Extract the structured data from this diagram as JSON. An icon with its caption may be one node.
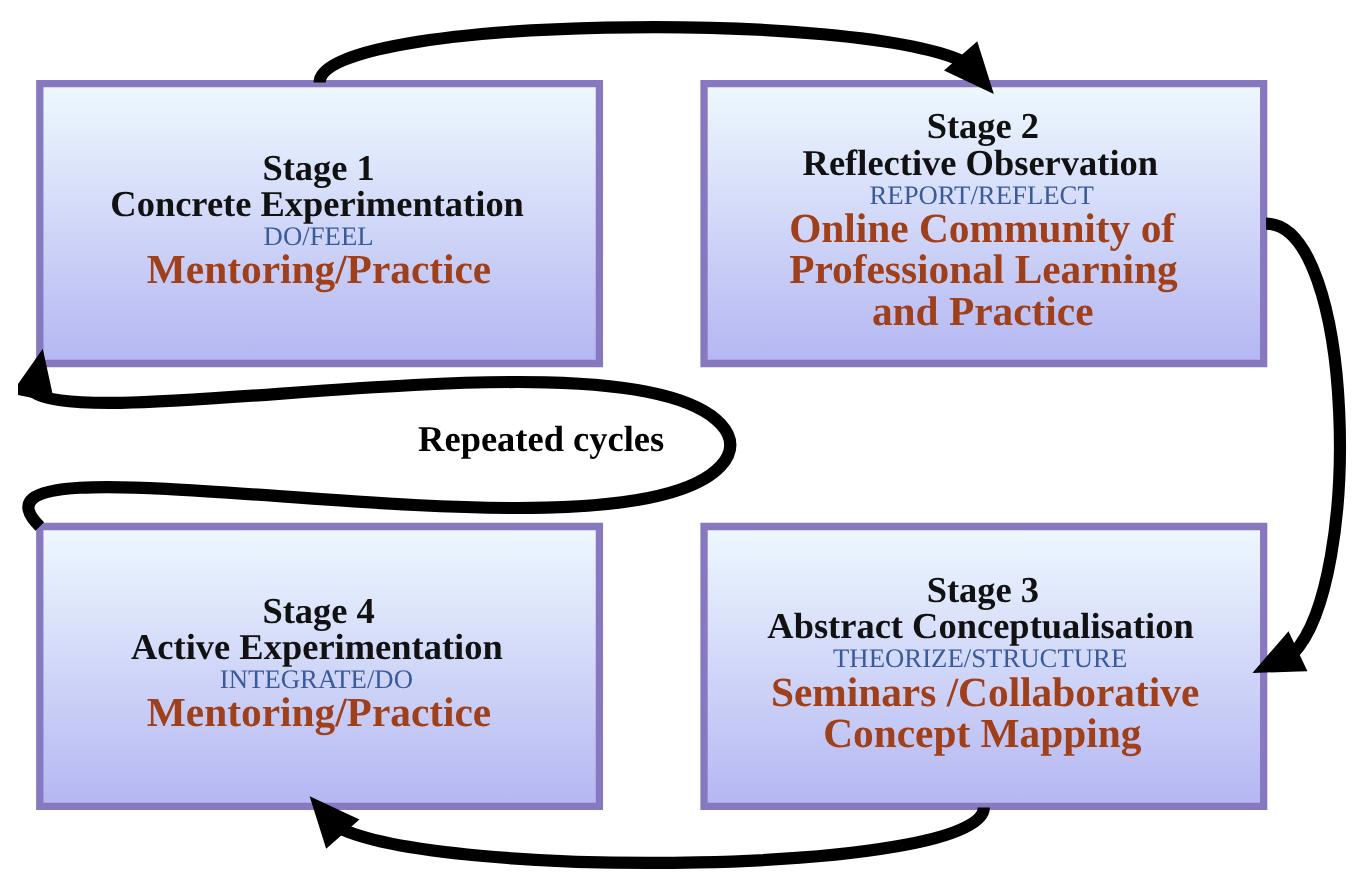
{
  "diagram": {
    "nodes": [
      {
        "text": [
          "Stage 1",
          "Concrete Experimentation",
          "DO/FEEL",
          "Mentoring/Practice"
        ]
      },
      {
        "text": [
          "Stage 2",
          "Reflective Observation",
          "REPORT/REFLECT",
          "Online Community of Professional Learning and Practice"
        ]
      },
      {
        "text": [
          "Stage 3",
          "Abstract Conceptualisation",
          "THEORIZE/STRUCTURE",
          "Seminars /Collaborative Concept Mapping"
        ]
      },
      {
        "text": [
          "Stage 4",
          "Active Experimentation",
          "INTEGRATE/DO",
          "Mentoring/Practice"
        ]
      }
    ],
    "edges": [
      {
        "from": 0,
        "to": 1,
        "arrow": "to"
      },
      {
        "from": 1,
        "to": 2,
        "arrow": "to"
      },
      {
        "from": 2,
        "to": 3,
        "arrow": "to"
      },
      {
        "from": 3,
        "to": 0,
        "arrow": "to"
      }
    ],
    "labels": [
      "Repeated cycles"
    ]
  }
}
